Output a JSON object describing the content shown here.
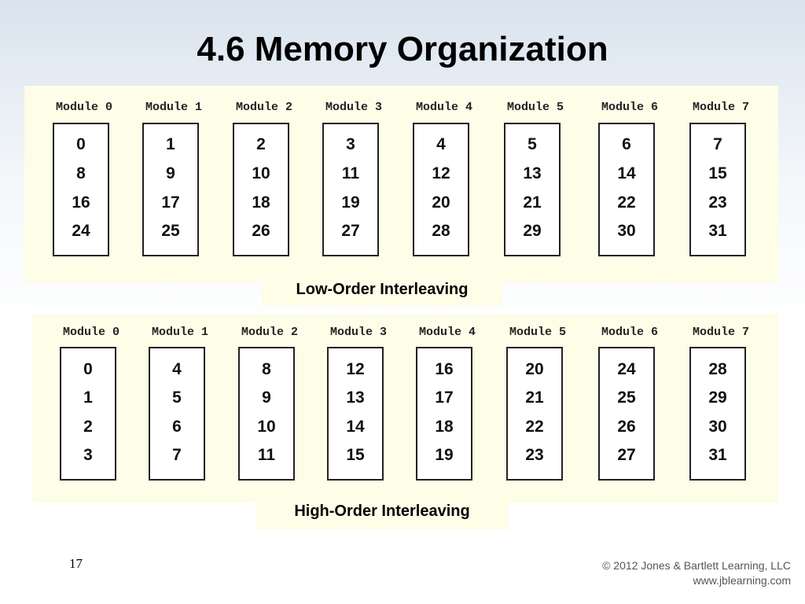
{
  "slide": {
    "title": "4.6 Memory Organization",
    "page_number": "17",
    "copyright_line1": "© 2012 Jones & Bartlett Learning, LLC",
    "copyright_line2": "www.jblearning.com"
  },
  "low_order": {
    "caption": "Low-Order Interleaving",
    "modules": [
      {
        "label": "Module 0",
        "addresses": [
          "0",
          "8",
          "16",
          "24"
        ]
      },
      {
        "label": "Module 1",
        "addresses": [
          "1",
          "9",
          "17",
          "25"
        ]
      },
      {
        "label": "Module 2",
        "addresses": [
          "2",
          "10",
          "18",
          "26"
        ]
      },
      {
        "label": "Module 3",
        "addresses": [
          "3",
          "11",
          "19",
          "27"
        ]
      },
      {
        "label": "Module 4",
        "addresses": [
          "4",
          "12",
          "20",
          "28"
        ]
      },
      {
        "label": "Module 5",
        "addresses": [
          "5",
          "13",
          "21",
          "29"
        ]
      },
      {
        "label": "Module 6",
        "addresses": [
          "6",
          "14",
          "22",
          "30"
        ]
      },
      {
        "label": "Module 7",
        "addresses": [
          "7",
          "15",
          "23",
          "31"
        ]
      }
    ]
  },
  "high_order": {
    "caption": "High-Order Interleaving",
    "modules": [
      {
        "label": "Module 0",
        "addresses": [
          "0",
          "1",
          "2",
          "3"
        ]
      },
      {
        "label": "Module 1",
        "addresses": [
          "4",
          "5",
          "6",
          "7"
        ]
      },
      {
        "label": "Module 2",
        "addresses": [
          "8",
          "9",
          "10",
          "11"
        ]
      },
      {
        "label": "Module 3",
        "addresses": [
          "12",
          "13",
          "14",
          "15"
        ]
      },
      {
        "label": "Module 4",
        "addresses": [
          "16",
          "17",
          "18",
          "19"
        ]
      },
      {
        "label": "Module 5",
        "addresses": [
          "20",
          "21",
          "22",
          "23"
        ]
      },
      {
        "label": "Module 6",
        "addresses": [
          "24",
          "25",
          "26",
          "27"
        ]
      },
      {
        "label": "Module 7",
        "addresses": [
          "28",
          "29",
          "30",
          "31"
        ]
      }
    ]
  }
}
